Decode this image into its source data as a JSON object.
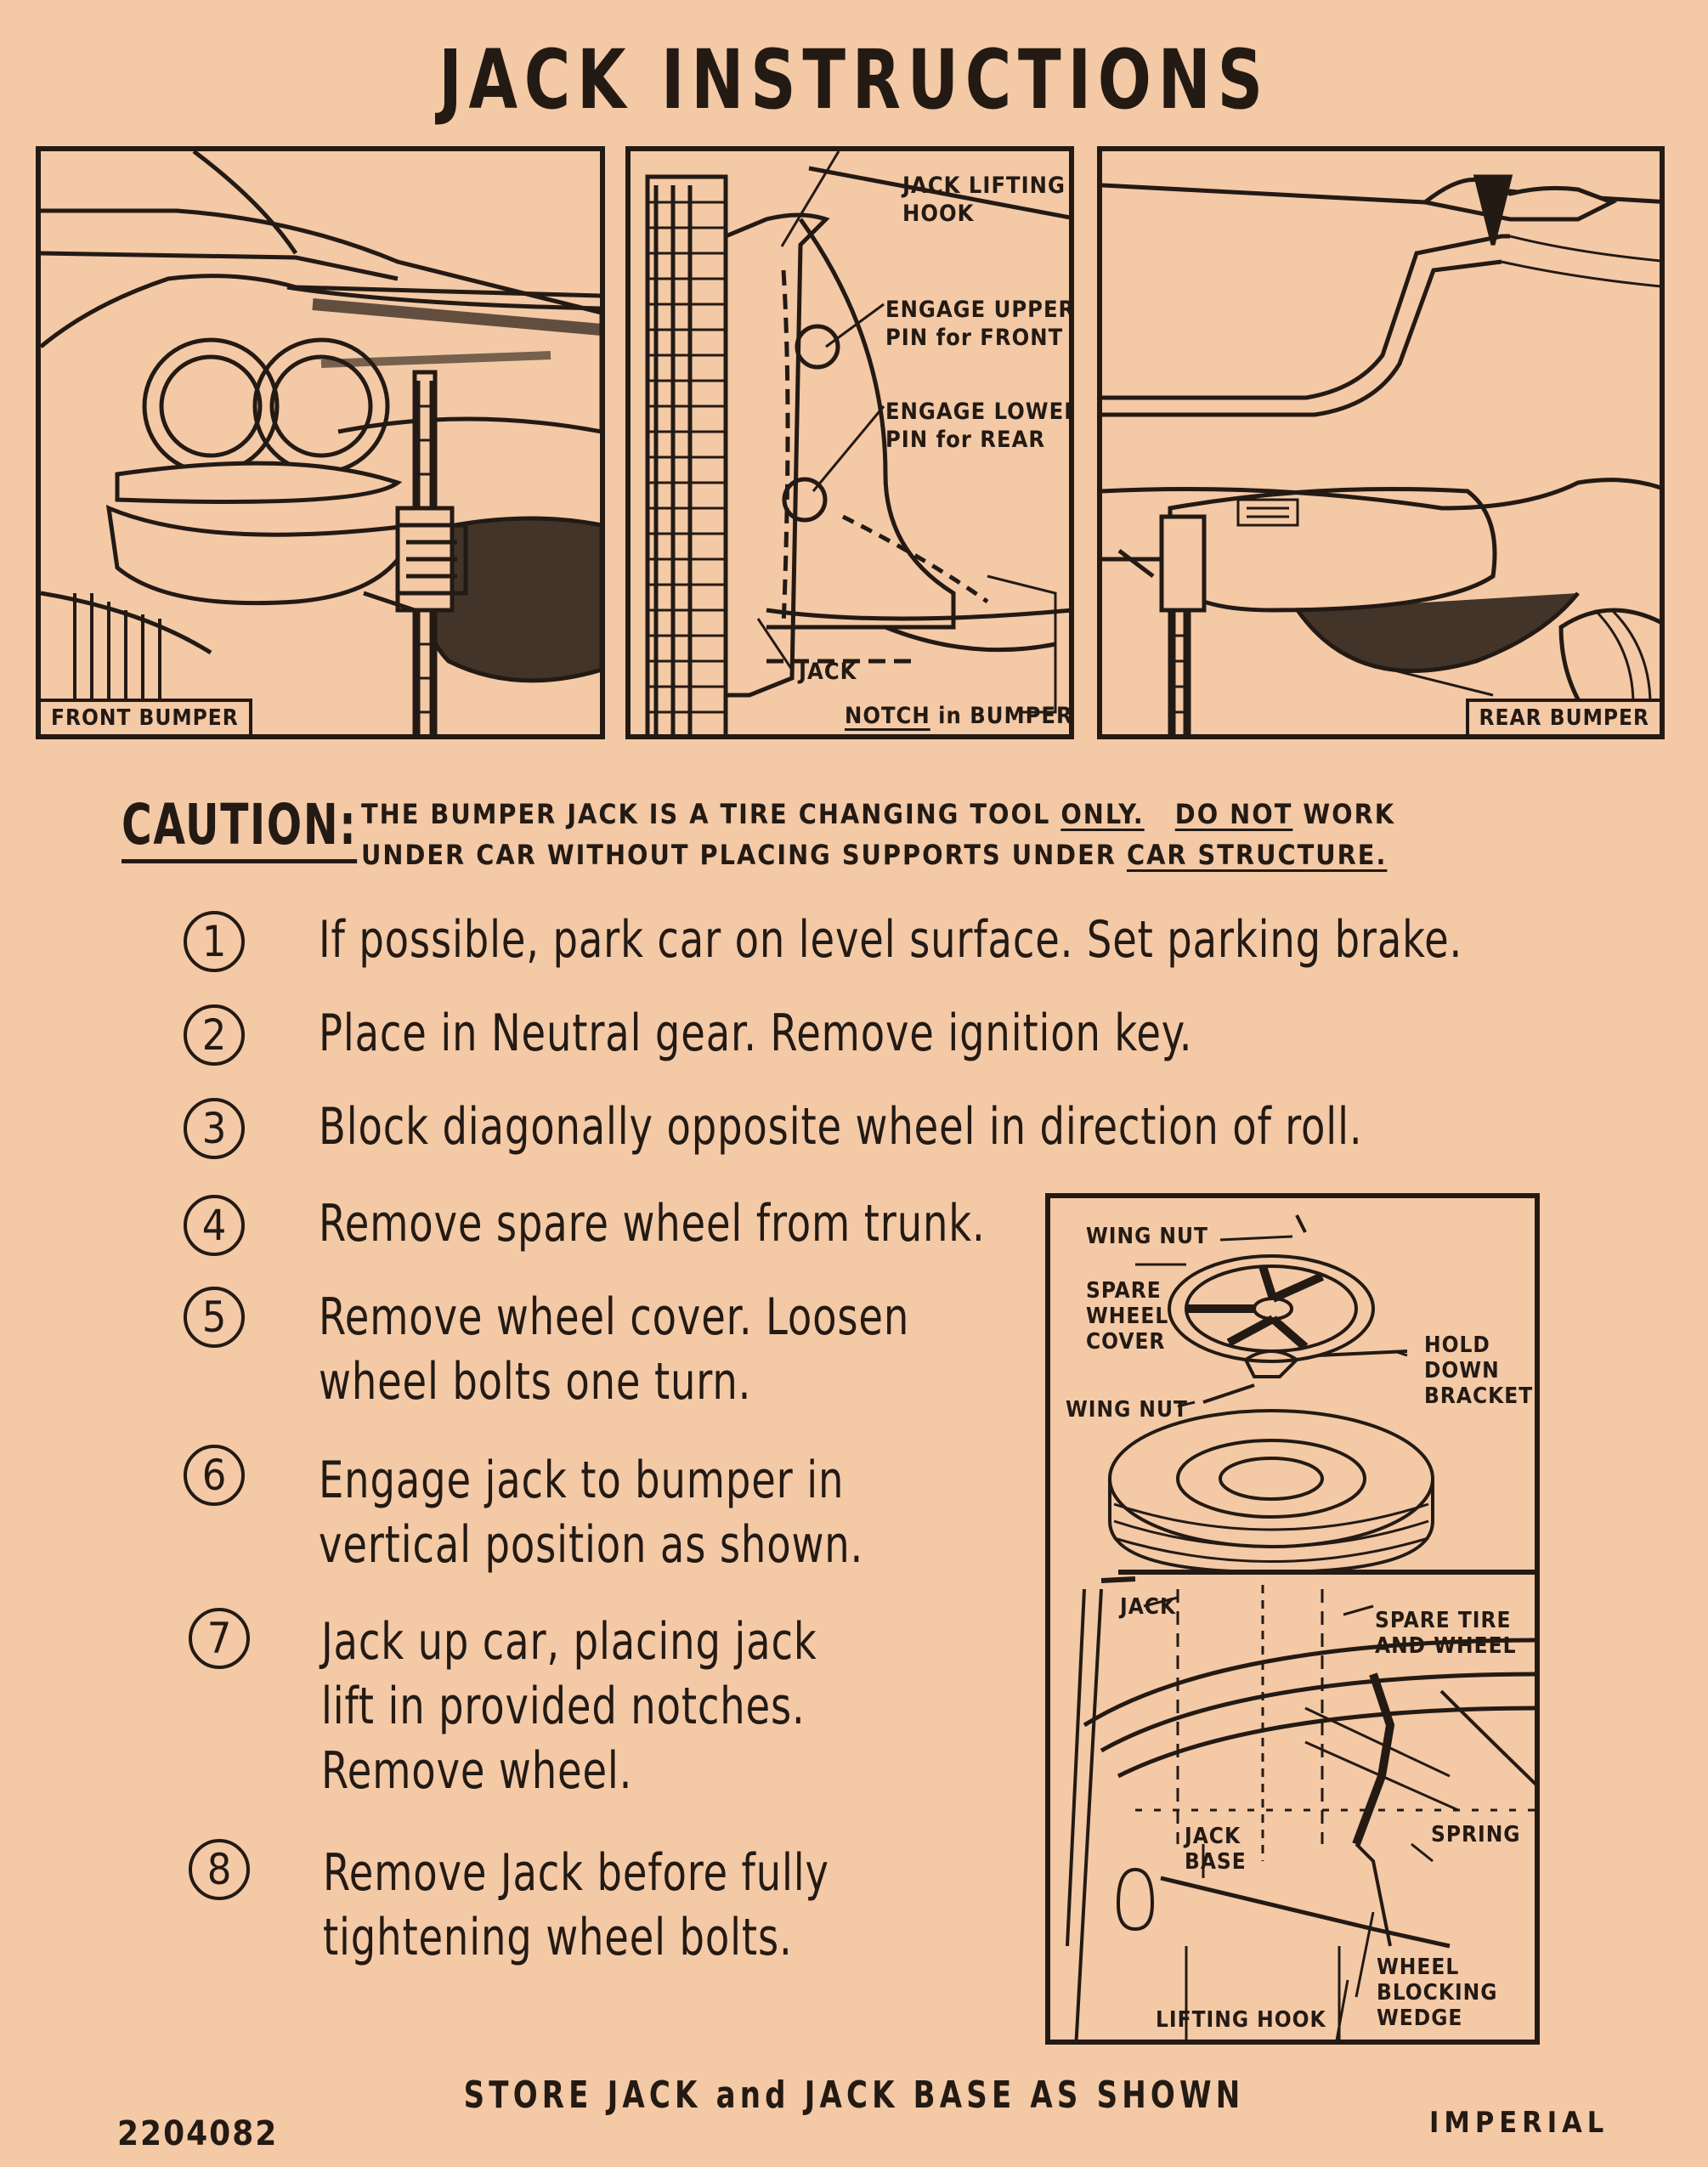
{
  "title": "JACK INSTRUCTIONS",
  "panels": {
    "front_label": "FRONT BUMPER",
    "rear_label": "REAR BUMPER",
    "middle_callouts": {
      "lifting_hook": "JACK LIFTING\nHOOK",
      "upper_pin": "ENGAGE UPPER\nPIN for FRONT",
      "lower_pin": "ENGAGE LOWER\nPIN for REAR",
      "jack": "JACK",
      "notch_word": "NOTCH",
      "notch_rest": " in BUMPER"
    }
  },
  "caution": {
    "label": "CAUTION:",
    "line1_a": "THE BUMPER JACK IS A TIRE CHANGING TOOL ",
    "line1_b": "ONLY.",
    "line1_c": "DO NOT",
    "line1_d": " WORK",
    "line2_a": "UNDER CAR WITHOUT PLACING SUPPORTS UNDER ",
    "line2_b": "CAR STRUCTURE."
  },
  "steps": [
    {
      "num": "1",
      "text": "If possible, park car on level surface. Set parking brake."
    },
    {
      "num": "2",
      "text": "Place in Neutral gear. Remove ignition key."
    },
    {
      "num": "3",
      "text": "Block diagonally opposite wheel in direction of roll."
    },
    {
      "num": "4",
      "text": "Remove spare wheel from trunk."
    },
    {
      "num": "5",
      "text": "Remove wheel cover. Loosen\nwheel bolts one turn."
    },
    {
      "num": "6",
      "text": "Engage jack to bumper in\nvertical position as shown."
    },
    {
      "num": "7",
      "text": "Jack up car, placing jack\nlift in provided notches.\nRemove wheel."
    },
    {
      "num": "8",
      "text": "Remove Jack before fully\ntightening wheel bolts."
    }
  ],
  "storage_diagram": {
    "wing_nut_top": "WING NUT",
    "spare_wheel_cover": "SPARE\nWHEEL\nCOVER",
    "hold_down_bracket": "HOLD\nDOWN\nBRACKET",
    "wing_nut_mid": "WING NUT",
    "jack": "JACK",
    "spare_tire": "SPARE TIRE\nAND WHEEL",
    "spring": "SPRING",
    "jack_base": "JACK\nBASE",
    "wheel_blocking_wedge": "WHEEL\nBLOCKING\nWEDGE",
    "lifting_hook": "LIFTING HOOK"
  },
  "footer": "STORE JACK and JACK BASE AS SHOWN",
  "part_number": "2204082",
  "brand": "IMPERIAL",
  "colors": {
    "paper": "#f4c9a6",
    "ink": "#231a14"
  }
}
